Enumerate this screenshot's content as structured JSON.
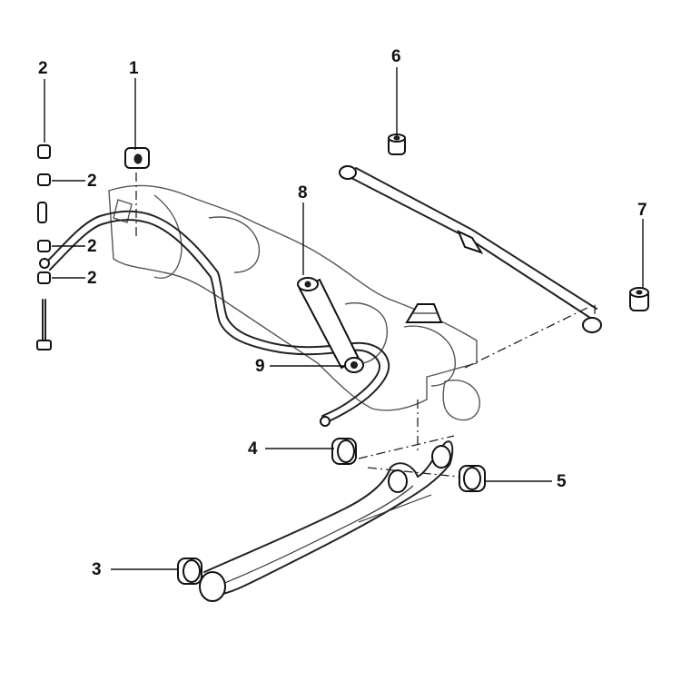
{
  "callouts": [
    {
      "id": "callout-1",
      "text": "1"
    },
    {
      "id": "callout-2a",
      "text": "2"
    },
    {
      "id": "callout-2b",
      "text": "2"
    },
    {
      "id": "callout-2c",
      "text": "2"
    },
    {
      "id": "callout-2d",
      "text": "2"
    },
    {
      "id": "callout-3",
      "text": "3"
    },
    {
      "id": "callout-4",
      "text": "4"
    },
    {
      "id": "callout-5",
      "text": "5"
    },
    {
      "id": "callout-6",
      "text": "6"
    },
    {
      "id": "callout-7",
      "text": "7"
    },
    {
      "id": "callout-8",
      "text": "8"
    },
    {
      "id": "callout-9",
      "text": "9"
    }
  ],
  "colors": {
    "line": "#222222",
    "background": "#ffffff"
  }
}
